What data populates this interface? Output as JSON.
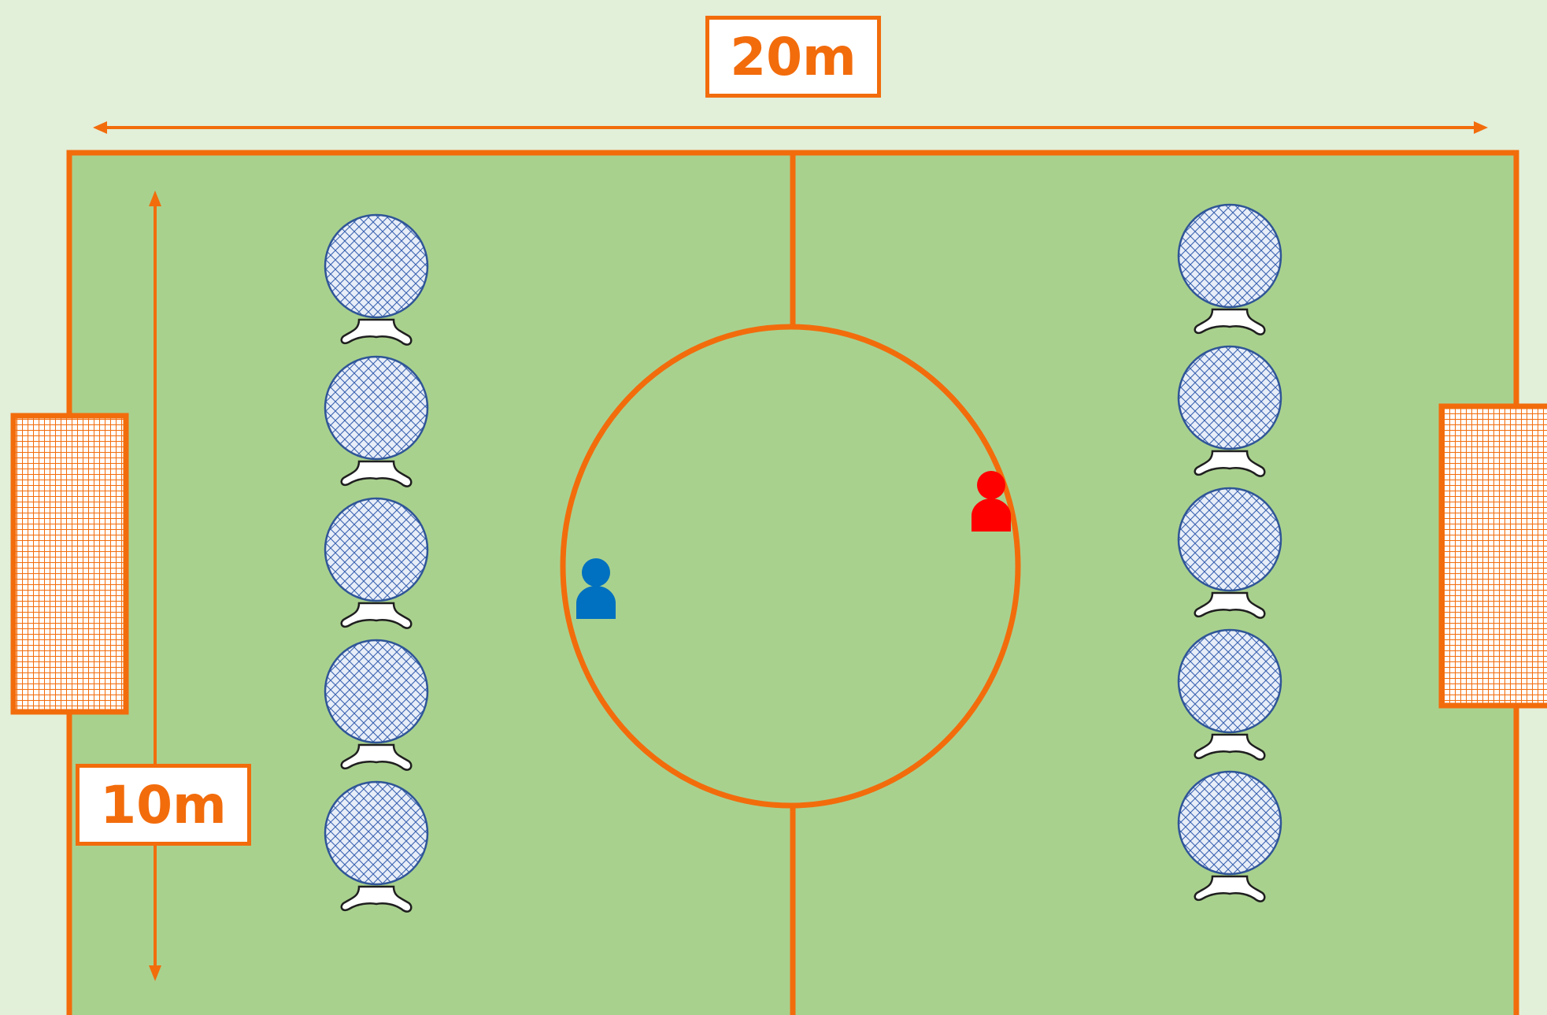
{
  "title": "",
  "dimensions": {
    "width_label": "20m",
    "height_label": "10m"
  },
  "colors": {
    "background": "#e2efd9",
    "field": "#a9d18e",
    "lines": "#f26c0c",
    "player_blue": "#0070c0",
    "player_red": "#ff0000",
    "obstacle_outline": "#2f5597",
    "obstacle_fill": "#dae3f3"
  },
  "elements": {
    "center_circle": true,
    "halfway_line": true,
    "goals": 2,
    "left_obstacle_column_count": 5,
    "right_obstacle_column_count": 5,
    "players": [
      {
        "team": "blue"
      },
      {
        "team": "red"
      }
    ]
  },
  "icons": {
    "obstacle": "net-ball-on-stand-icon",
    "player": "person-icon",
    "goal": "goal-net-icon"
  }
}
